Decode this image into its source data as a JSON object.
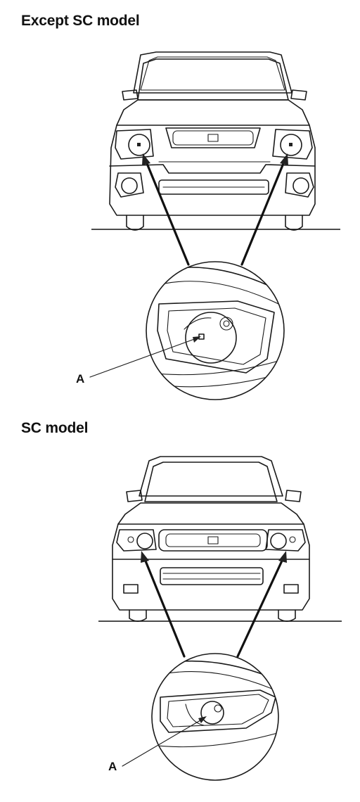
{
  "sections": [
    {
      "heading": "Except SC model",
      "callout": "A"
    },
    {
      "heading": "SC model",
      "callout": "A"
    }
  ],
  "colors": {
    "line": "#1a1a1a",
    "background": "#ffffff"
  },
  "icons": [
    "vehicle-front-view",
    "headlight-detail-magnifier",
    "aim-point-marker",
    "honda-emblem"
  ]
}
